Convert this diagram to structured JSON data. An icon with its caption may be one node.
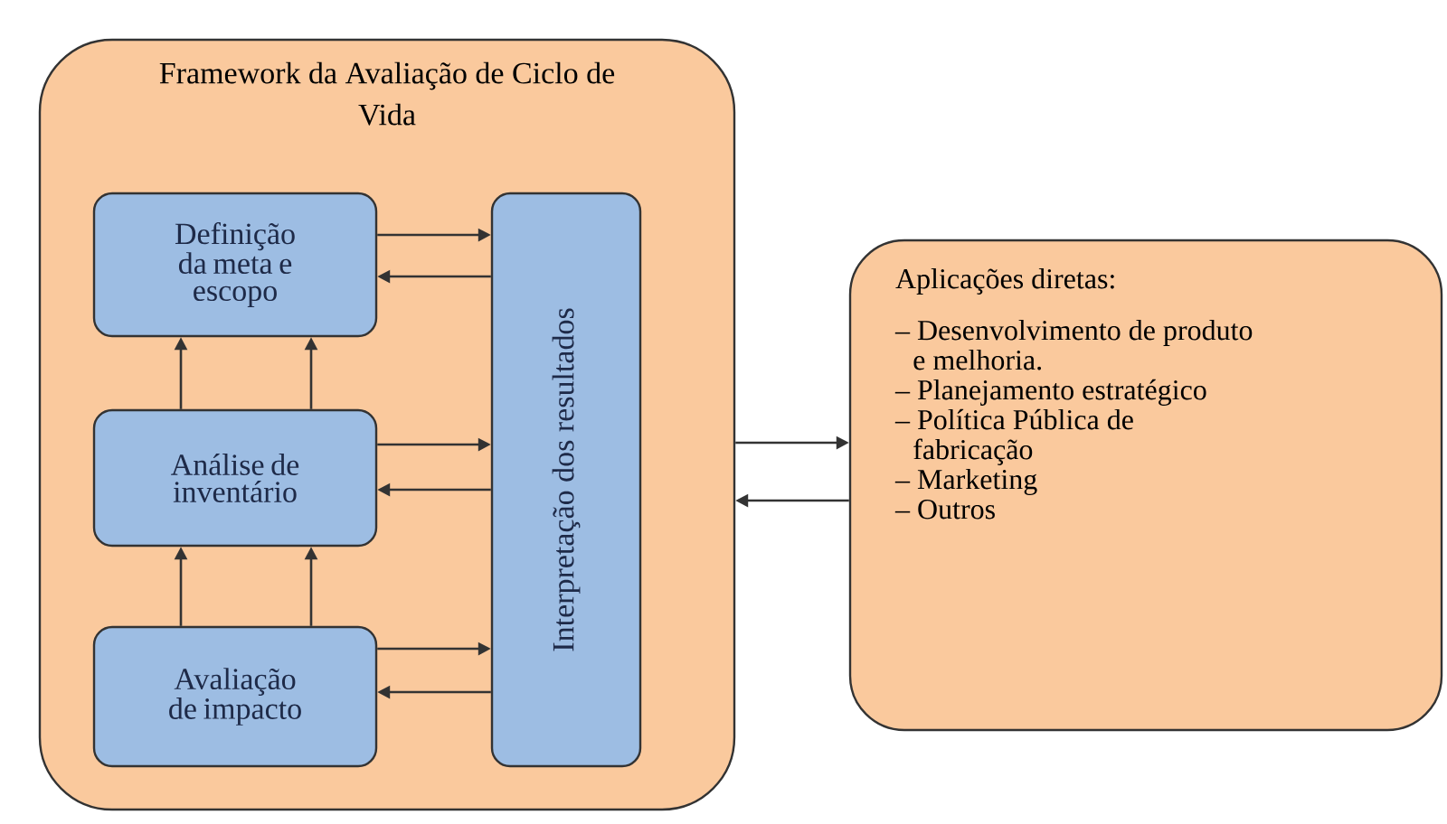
{
  "diagram": {
    "nodes": [
      {
        "text": [
          "Framework da Avaliação de Ciclo de Vida"
        ]
      },
      {
        "text": [
          "Definição da meta e escopo"
        ],
        "in": 0
      },
      {
        "text": [
          "Análise de inventário"
        ],
        "in": 0
      },
      {
        "text": [
          "Avaliação de impacto"
        ],
        "in": 0
      },
      {
        "text": [
          "Interpretação dos resultados"
        ],
        "in": 0
      },
      {
        "text": [
          "Aplicações diretas:",
          "– Desenvolvimento de produto e melhoria.",
          "– Planejamento estratégico",
          "– Política Pública de fabricação",
          "– Marketing",
          "– Outros"
        ]
      }
    ],
    "edges": [
      {
        "from": 1,
        "to": 4,
        "arrow": "to"
      },
      {
        "from": 4,
        "to": 1,
        "arrow": "to"
      },
      {
        "from": 2,
        "to": 4,
        "arrow": "to"
      },
      {
        "from": 4,
        "to": 2,
        "arrow": "to"
      },
      {
        "from": 3,
        "to": 4,
        "arrow": "to"
      },
      {
        "from": 4,
        "to": 3,
        "arrow": "to"
      },
      {
        "from": 2,
        "to": 1,
        "arrow": "to"
      },
      {
        "from": 2,
        "to": 1,
        "arrow": "to"
      },
      {
        "from": 3,
        "to": 2,
        "arrow": "to"
      },
      {
        "from": 3,
        "to": 2,
        "arrow": "to"
      },
      {
        "from": 0,
        "to": 5,
        "arrow": "to"
      },
      {
        "from": 5,
        "to": 0,
        "arrow": "to"
      }
    ]
  }
}
